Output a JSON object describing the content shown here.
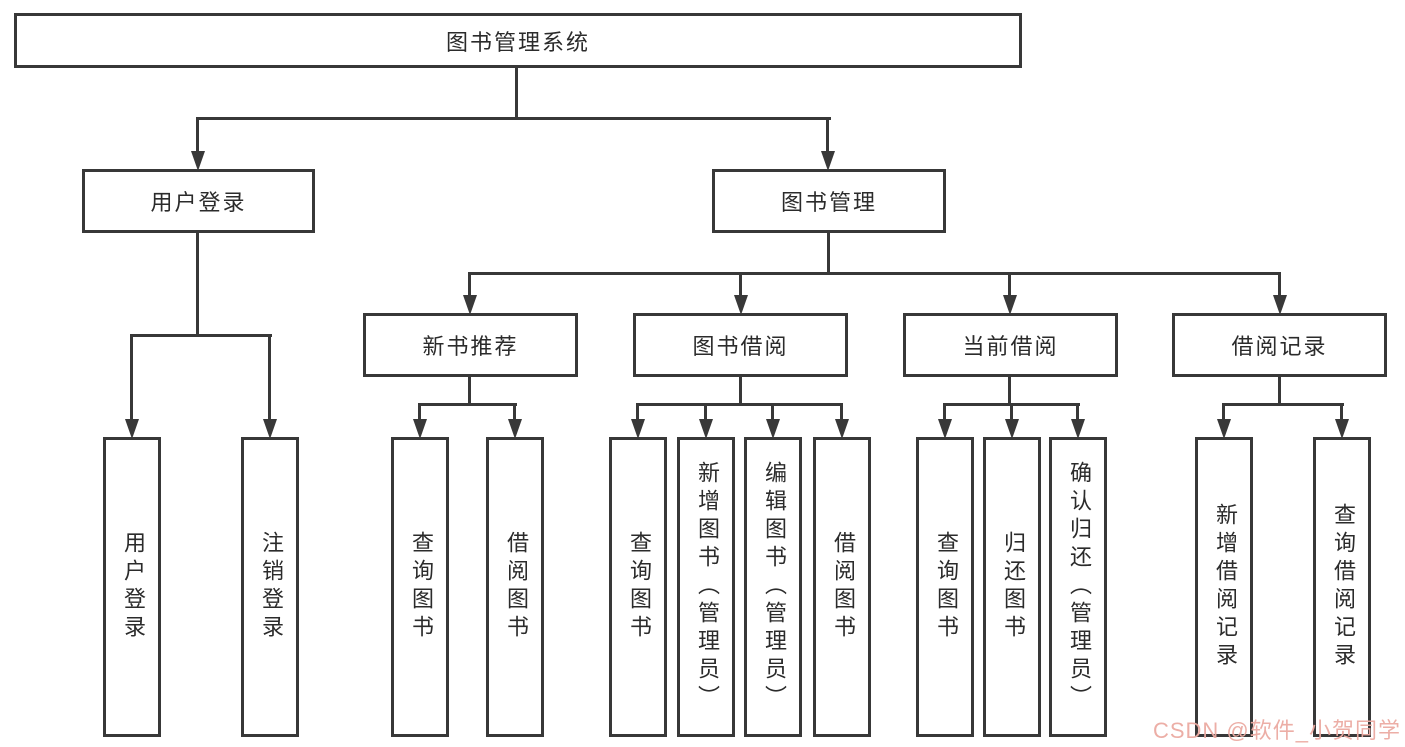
{
  "tree": {
    "root": {
      "label": "图书管理系统"
    },
    "level2": [
      {
        "label": "用户登录"
      },
      {
        "label": "图书管理"
      }
    ],
    "level3": [
      {
        "label": "新书推荐",
        "parent": "图书管理"
      },
      {
        "label": "图书借阅",
        "parent": "图书管理"
      },
      {
        "label": "当前借阅",
        "parent": "图书管理"
      },
      {
        "label": "借阅记录",
        "parent": "图书管理"
      }
    ],
    "leaves": [
      {
        "label": "用户登录",
        "parent": "用户登录"
      },
      {
        "label": "注销登录",
        "parent": "用户登录"
      },
      {
        "label": "查询图书",
        "parent": "新书推荐"
      },
      {
        "label": "借阅图书",
        "parent": "新书推荐"
      },
      {
        "label": "查询图书",
        "parent": "图书借阅"
      },
      {
        "label": "新增图书（管理员）",
        "parent": "图书借阅"
      },
      {
        "label": "编辑图书（管理员）",
        "parent": "图书借阅"
      },
      {
        "label": "借阅图书",
        "parent": "图书借阅"
      },
      {
        "label": "查询图书",
        "parent": "当前借阅"
      },
      {
        "label": "归还图书",
        "parent": "当前借阅"
      },
      {
        "label": "确认归还（管理员）",
        "parent": "当前借阅"
      },
      {
        "label": "新增借阅记录",
        "parent": "借阅记录"
      },
      {
        "label": "查询借阅记录",
        "parent": "借阅记录"
      }
    ]
  },
  "watermark": {
    "text": "CSDN @软件_小贺同学",
    "color": "#ebaaa1"
  },
  "colors": {
    "line": "#383838",
    "box_border": "#383838",
    "text": "#2b2b2b",
    "background": "#ffffff"
  }
}
